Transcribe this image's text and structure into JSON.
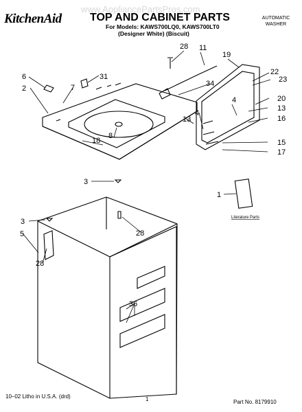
{
  "header": {
    "watermark": "www.AppliancePartsPros.com",
    "brand": "KitchenAid",
    "title": "TOP AND CABINET PARTS",
    "models": "For Models: KAWS700LQ0, KAWS700LT0",
    "variants": "(Designer White)   (Biscuit)",
    "product_line1": "AUTOMATIC",
    "product_line2": "WASHER"
  },
  "callouts": {
    "c28a": "28",
    "c11": "11",
    "c19": "19",
    "c6": "6",
    "c31": "31",
    "c34": "34",
    "c22": "22",
    "c23": "23",
    "c2": "2",
    "c7": "7",
    "c20": "20",
    "c4a": "4",
    "c13a": "13",
    "c13b": "13",
    "c4b": "4",
    "c16": "16",
    "c8": "8",
    "c18": "18",
    "c15": "15",
    "c17": "17",
    "c3a": "3",
    "c1": "1",
    "c28b": "28",
    "c3b": "3",
    "c5": "5",
    "c28c": "28",
    "c36": "36"
  },
  "literature_label": "Literature Parts",
  "footer": {
    "litho": "10–02 Litho in U.S.A. (drd)",
    "page": "1",
    "part_no": "Part No. 8179910"
  }
}
